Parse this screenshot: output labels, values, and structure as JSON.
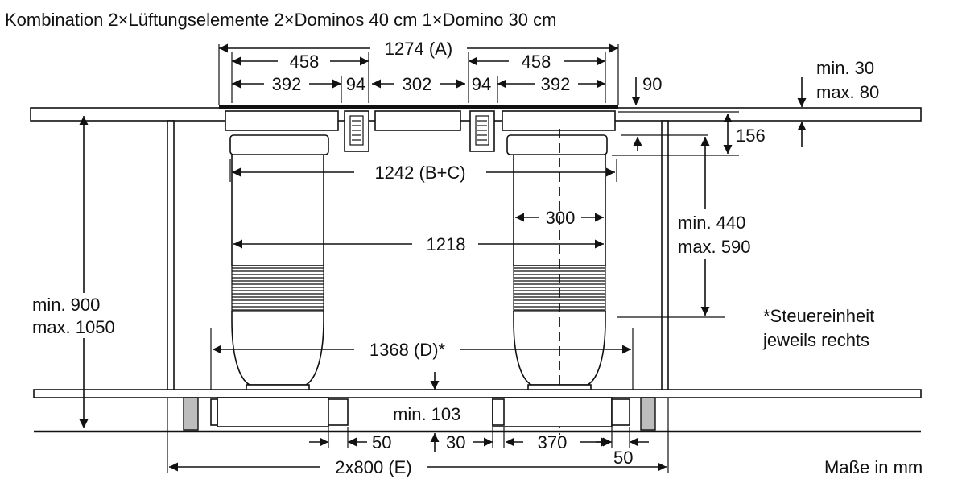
{
  "title": "Kombination 2×Lüftungselemente 2×Dominos 40 cm 1×Domino 30 cm",
  "units_note": "Maße in mm",
  "footnote": {
    "line1": "*Steuereinheit",
    "line2": "jeweils rechts"
  },
  "dimensions": {
    "overall_a": "1274 (A)",
    "left_458": "458",
    "right_458": "458",
    "left_392": "392",
    "left_94": "94",
    "center_302": "302",
    "right_94": "94",
    "right_392": "392",
    "depth_90": "90",
    "worktop_min": "min. 30",
    "worktop_max": "max. 80",
    "height_156": "156",
    "b_plus_c": "1242 (B+C)",
    "duct_300": "300",
    "duct_min": "min. 440",
    "duct_max": "max. 590",
    "width_1218": "1218",
    "cabinet_min": "min. 900",
    "cabinet_max": "max. 1050",
    "d_1368": "1368 (D)*",
    "plinth_min": "min. 103",
    "bottom_50_left": "50",
    "bottom_30": "30",
    "bottom_370": "370",
    "bottom_50_right": "50",
    "cabinets_e": "2x800 (E)"
  },
  "colors": {
    "line": "#111111",
    "filter_fill": "#555555",
    "leg_fill": "#bdbdbd",
    "background": "#ffffff"
  }
}
